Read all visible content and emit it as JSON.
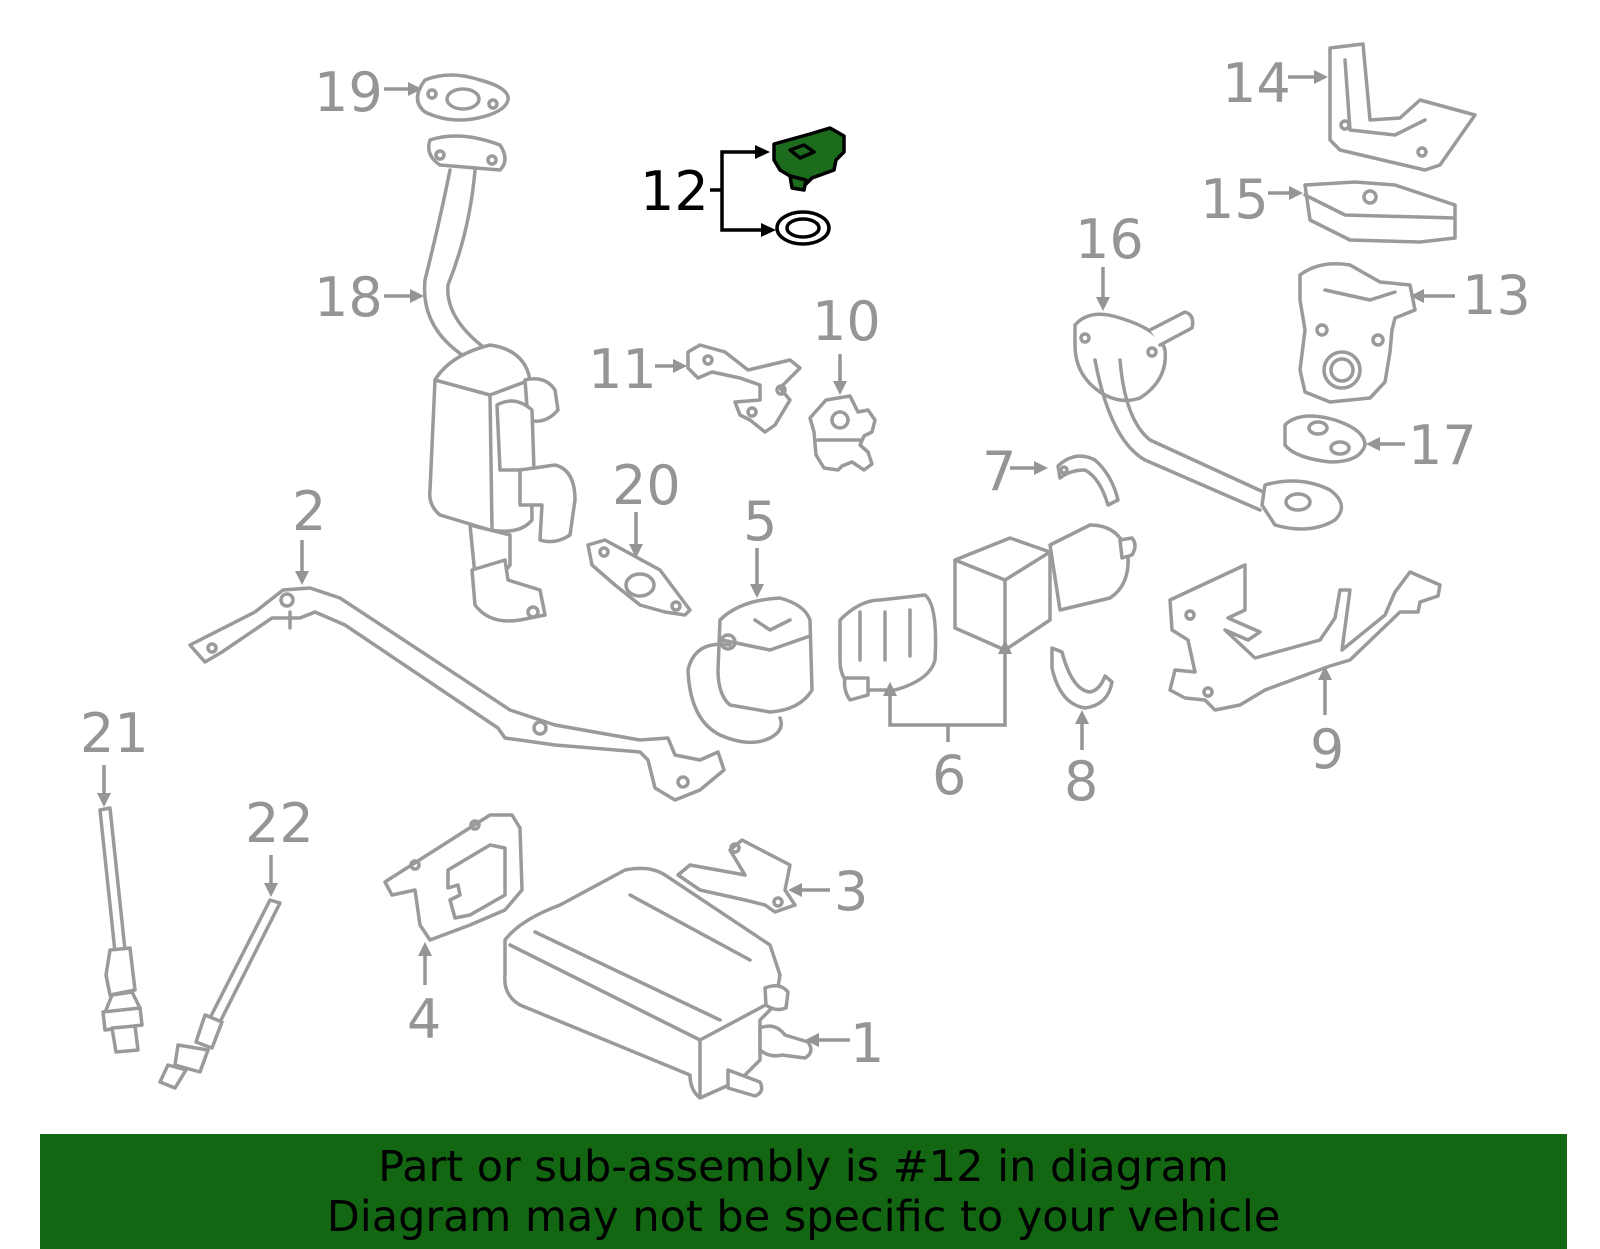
{
  "callouts": {
    "c1": "1",
    "c2": "2",
    "c3": "3",
    "c4": "4",
    "c5": "5",
    "c6": "6",
    "c7": "7",
    "c8": "8",
    "c9": "9",
    "c10": "10",
    "c11": "11",
    "c12": "12",
    "c13": "13",
    "c14": "14",
    "c15": "15",
    "c16": "16",
    "c17": "17",
    "c18": "18",
    "c19": "19",
    "c20": "20",
    "c21": "21",
    "c22": "22"
  },
  "highlighted_part": "12",
  "banner": {
    "line1": "Part or sub-assembly is #12 in diagram",
    "line2": "Diagram may not be specific to your vehicle"
  },
  "colors": {
    "highlight": "#1d6b1d",
    "banner_bg": "#136713",
    "line_gray": "#9a9a9a",
    "label_gray": "#959595"
  }
}
